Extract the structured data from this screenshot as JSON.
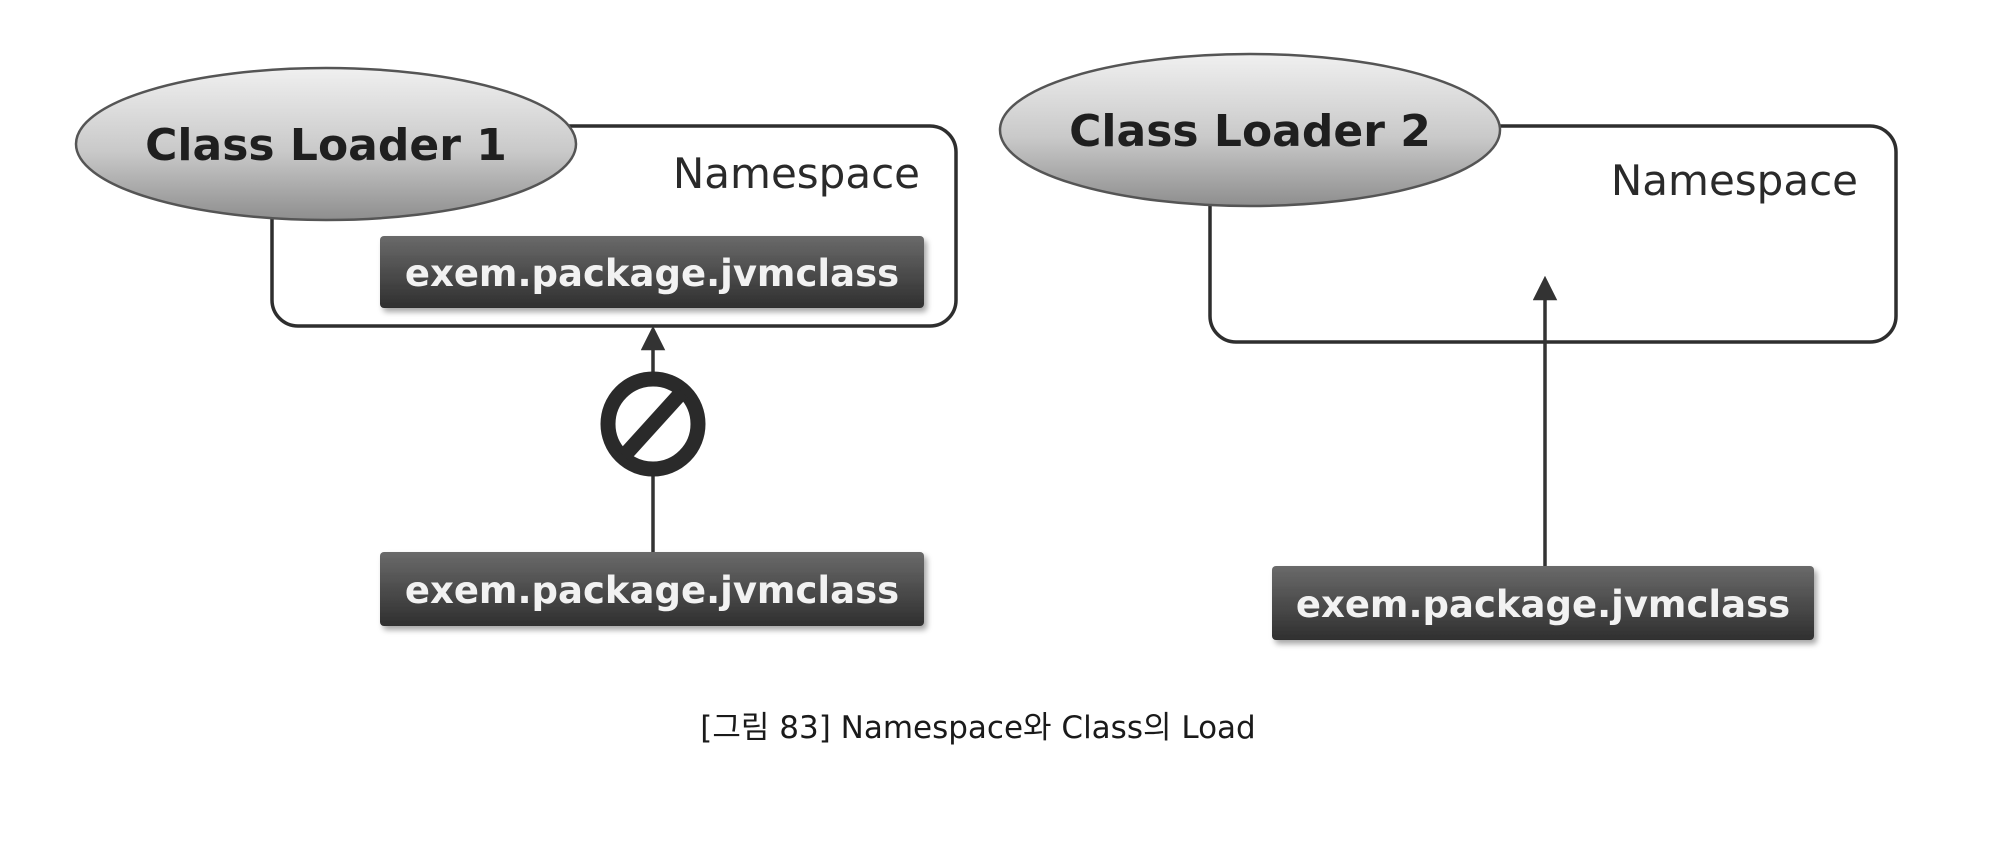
{
  "left_panel": {
    "loader_label": "Class Loader 1",
    "namespace_label": "Namespace",
    "inner_class_label": "exem.package.jvmclass",
    "outer_class_label": "exem.package.jvmclass",
    "load_blocked_icon": "prohibited-icon"
  },
  "right_panel": {
    "loader_label": "Class Loader 2",
    "namespace_label": "Namespace",
    "outer_class_label": "exem.package.jvmclass"
  },
  "caption": "[그림 83] Namespace와 Class의 Load",
  "colors": {
    "ellipse_light": "#ececec",
    "ellipse_dark": "#8e8e8e",
    "class_box_top": "#6a6a6a",
    "class_box_bottom": "#2f2f2f",
    "stroke": "#333333"
  }
}
